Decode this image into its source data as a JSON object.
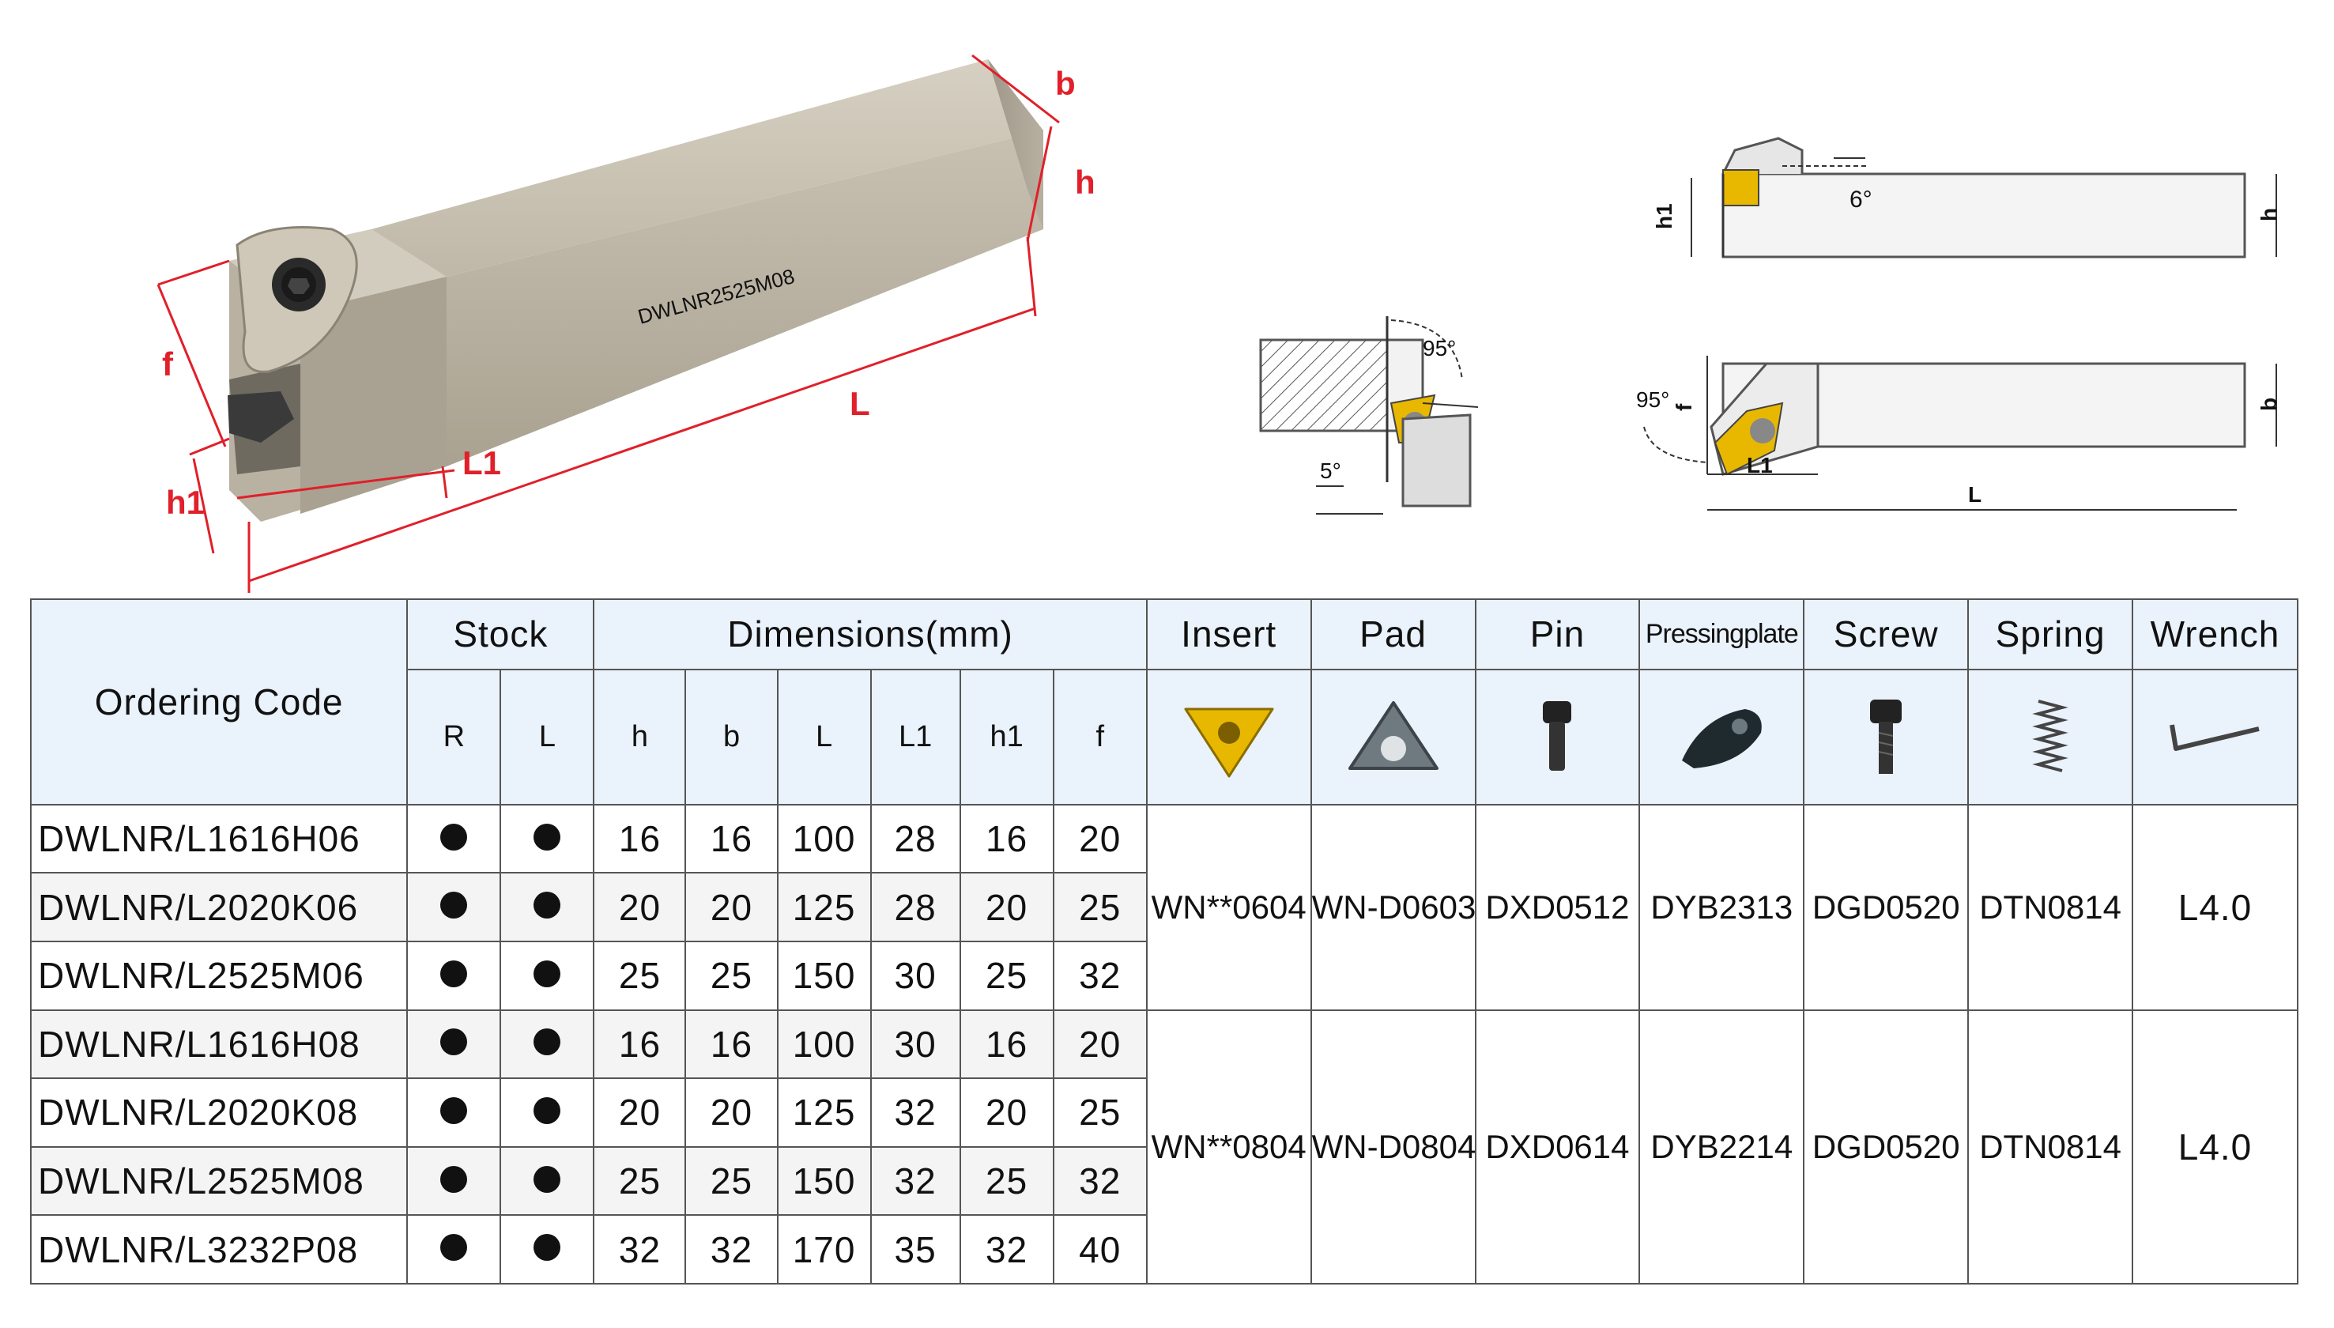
{
  "illustration": {
    "tool_marking": "DWLNR2525M08",
    "dim_labels": {
      "b": "b",
      "h": "h",
      "f": "f",
      "L": "L",
      "L1": "L1",
      "h1": "h1"
    },
    "drawing_labels": {
      "h1": "h1",
      "angle_6": "6°",
      "h": "h",
      "angle_95_top": "95°",
      "angle_5": "5°",
      "angle_95_side": "95°",
      "f": "f",
      "L1": "L1",
      "b": "b",
      "L": "L"
    }
  },
  "table": {
    "headers": {
      "ordering_code": "Ordering Code",
      "stock": "Stock",
      "dimensions": "Dimensions(mm)",
      "insert": "Insert",
      "pad": "Pad",
      "pin": "Pin",
      "pressing_plate": "Pressingplate",
      "screw": "Screw",
      "spring": "Spring",
      "wrench": "Wrench"
    },
    "subheaders": {
      "R": "R",
      "L": "L",
      "h": "h",
      "b": "b",
      "Ldim": "L",
      "L1": "L1",
      "h1": "h1",
      "f": "f"
    },
    "icons": [
      "insert-icon",
      "pad-icon",
      "pin-icon",
      "pressing-plate-icon",
      "screw-icon",
      "spring-icon",
      "wrench-icon"
    ],
    "rows": [
      {
        "code": "DWLNR/L1616H06",
        "h": "16",
        "b": "16",
        "L": "100",
        "L1": "28",
        "h1": "16",
        "f": "20"
      },
      {
        "code": "DWLNR/L2020K06",
        "h": "20",
        "b": "20",
        "L": "125",
        "L1": "28",
        "h1": "20",
        "f": "25"
      },
      {
        "code": "DWLNR/L2525M06",
        "h": "25",
        "b": "25",
        "L": "150",
        "L1": "30",
        "h1": "25",
        "f": "32"
      },
      {
        "code": "DWLNR/L1616H08",
        "h": "16",
        "b": "16",
        "L": "100",
        "L1": "30",
        "h1": "16",
        "f": "20"
      },
      {
        "code": "DWLNR/L2020K08",
        "h": "20",
        "b": "20",
        "L": "125",
        "L1": "32",
        "h1": "20",
        "f": "25"
      },
      {
        "code": "DWLNR/L2525M08",
        "h": "25",
        "b": "25",
        "L": "150",
        "L1": "32",
        "h1": "25",
        "f": "32"
      },
      {
        "code": "DWLNR/L3232P08",
        "h": "32",
        "b": "32",
        "L": "170",
        "L1": "35",
        "h1": "32",
        "f": "40"
      }
    ],
    "groups": [
      {
        "insert": "WN**0604",
        "pad": "WN-D0603",
        "pin": "DXD0512",
        "plate": "DYB2313",
        "screw": "DGD0520",
        "spring": "DTN0814",
        "wrench": "L4.0"
      },
      {
        "insert": "WN**0804",
        "pad": "WN-D0804",
        "pin": "DXD0614",
        "plate": "DYB2214",
        "screw": "DGD0520",
        "spring": "DTN0814",
        "wrench": "L4.0"
      }
    ],
    "colors": {
      "header_bg": "#eaf2fb",
      "dim_red": "#e0202a",
      "insert_gold": "#e8b800"
    }
  }
}
